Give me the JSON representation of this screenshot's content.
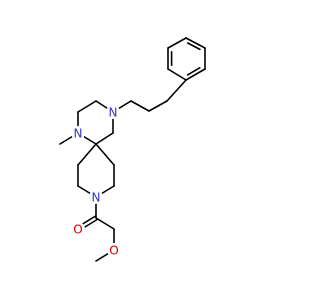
{
  "molecule": {
    "atoms": [
      {
        "id": "Nam",
        "label": "N",
        "element": "N"
      },
      {
        "id": "Npip",
        "label": "N",
        "element": "N"
      },
      {
        "id": "Nmet",
        "label": "N",
        "element": "N"
      },
      {
        "id": "Ocarb",
        "label": "O",
        "element": "O"
      },
      {
        "id": "Oeth",
        "label": "O",
        "element": "O"
      }
    ],
    "colors": {
      "bond": "#000000",
      "N": "#3333cc",
      "O": "#cc0000",
      "background": "#ffffff"
    }
  }
}
